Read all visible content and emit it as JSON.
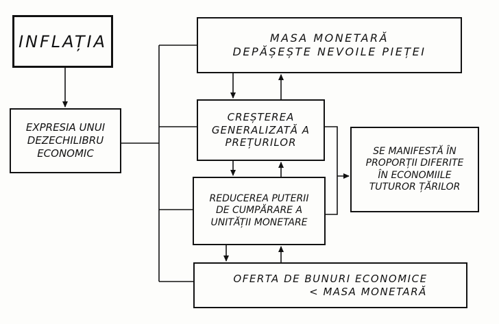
{
  "diagram": {
    "nodes": {
      "inflatia": {
        "lines": [
          "INFLAȚIA"
        ]
      },
      "expresia": {
        "lines": [
          "EXPRESIA UNUI",
          "DEZECHILIBRU",
          "ECONOMIC"
        ]
      },
      "masa_monetara": {
        "lines": [
          "MASA MONETARĂ",
          "DEPĂȘEȘTE NEVOILE PIEȚEI"
        ]
      },
      "crestere": {
        "lines": [
          "CREȘTEREA",
          "GENERALIZATĂ A",
          "PREȚURILOR"
        ]
      },
      "reducere": {
        "lines": [
          "REDUCEREA PUTERII",
          "DE CUMPĂRARE A",
          "UNITĂȚII MONETARE"
        ]
      },
      "manifesta": {
        "lines": [
          "SE MANIFESTĂ ÎN",
          "PROPORȚII DIFERITE",
          "ÎN ECONOMIILE",
          "TUTUROR ȚĂRILOR"
        ]
      },
      "oferta": {
        "lines": [
          "OFERTA DE BUNURI ECONOMICE",
          "< MASA MONETARĂ"
        ]
      }
    },
    "edges": [
      {
        "from": "inflatia",
        "to": "expresia"
      },
      {
        "from": "expresia",
        "to": "masa_monetara"
      },
      {
        "from": "expresia",
        "to": "crestere"
      },
      {
        "from": "expresia",
        "to": "reducere"
      },
      {
        "from": "expresia",
        "to": "oferta"
      },
      {
        "from": "masa_monetara",
        "to": "crestere"
      },
      {
        "from": "crestere",
        "to": "masa_monetara"
      },
      {
        "from": "crestere",
        "to": "reducere"
      },
      {
        "from": "reducere",
        "to": "crestere"
      },
      {
        "from": "reducere",
        "to": "oferta"
      },
      {
        "from": "oferta",
        "to": "reducere"
      },
      {
        "from": "crestere",
        "to": "manifesta"
      },
      {
        "from": "reducere",
        "to": "manifesta"
      }
    ]
  }
}
